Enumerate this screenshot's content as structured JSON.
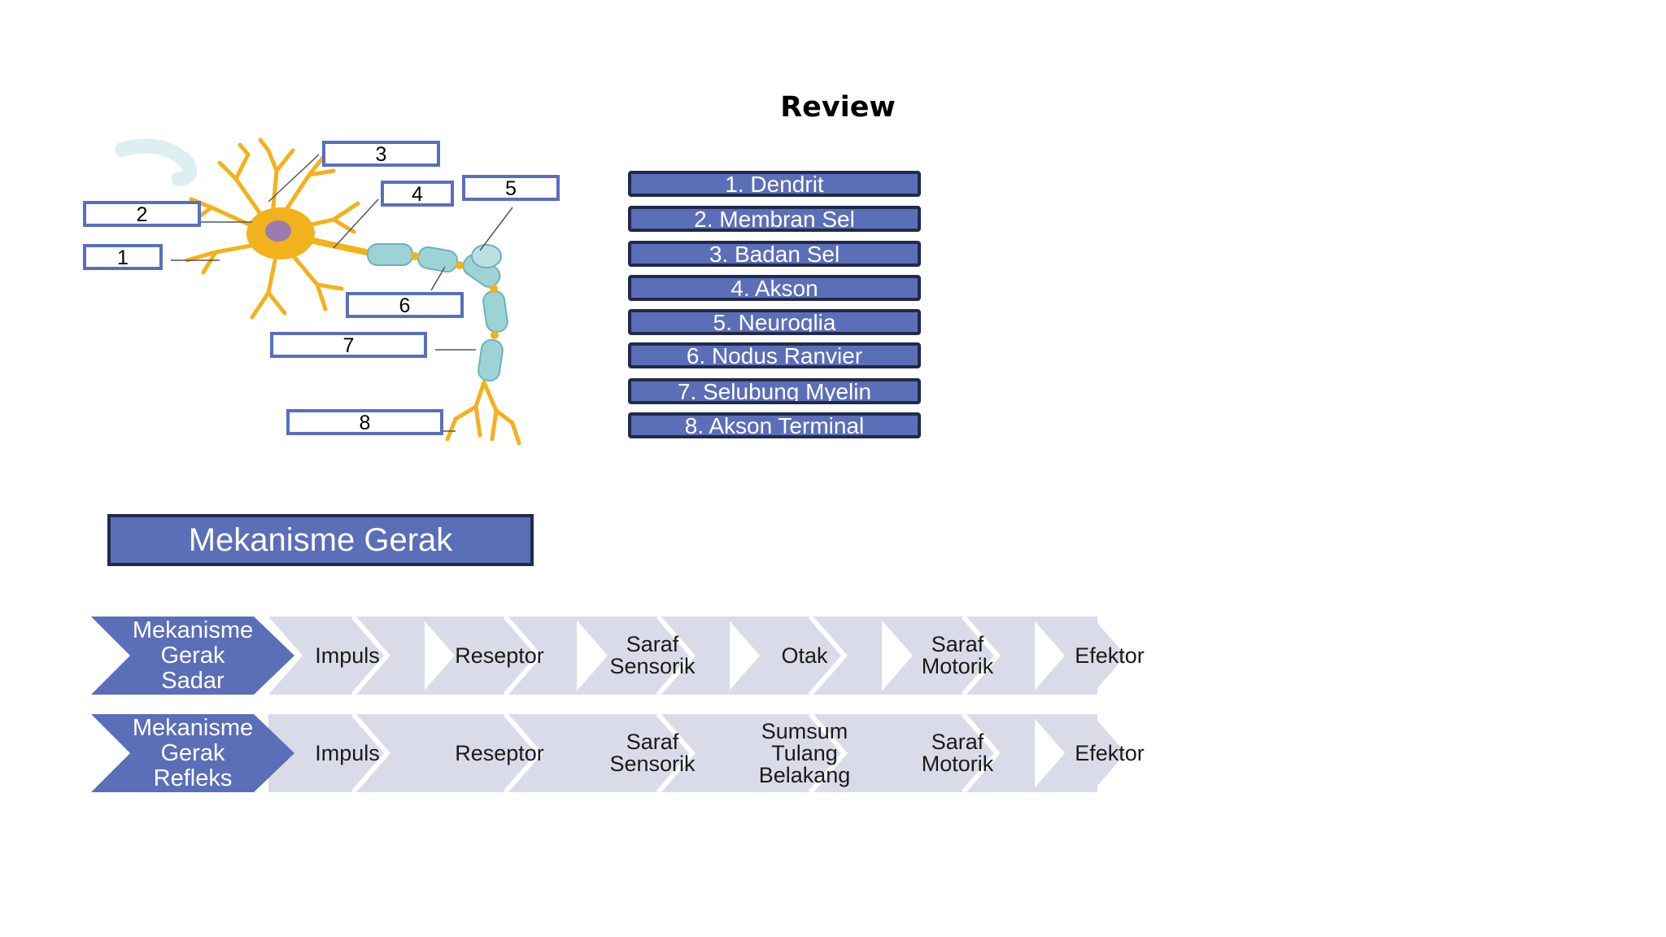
{
  "review_title": "Review",
  "neuron_labels": [
    "1",
    "2",
    "3",
    "4",
    "5",
    "6",
    "7",
    "8"
  ],
  "answers": [
    "1. Dendrit",
    "2. Membran Sel",
    "3. Badan Sel",
    "4. Akson",
    "5. Neuroglia",
    "6. Nodus Ranvier",
    "7. Selubung Myelin",
    "8. Akson Terminal"
  ],
  "section_title": "Mekanisme Gerak",
  "flows": [
    {
      "head": "Mekanisme\nGerak\nSadar",
      "steps": [
        "Impuls",
        "Reseptor",
        "Saraf\nSensorik",
        "Otak",
        "Saraf\nMotorik",
        "Efektor"
      ]
    },
    {
      "head": "Mekanisme\nGerak\nRefleks",
      "steps": [
        "Impuls",
        "Reseptor",
        "Saraf\nSensorik",
        "Sumsum\nTulang\nBelakang",
        "Saraf\nMotorik",
        "Efektor"
      ]
    }
  ],
  "colors": {
    "accent": "#5b6eb8",
    "accent_border": "#222a4a",
    "chevron_light": "#d9dce8",
    "label_border": "#5a6ec0",
    "cell_body": "#f2b21c",
    "myelin": "#9ed3d6"
  }
}
